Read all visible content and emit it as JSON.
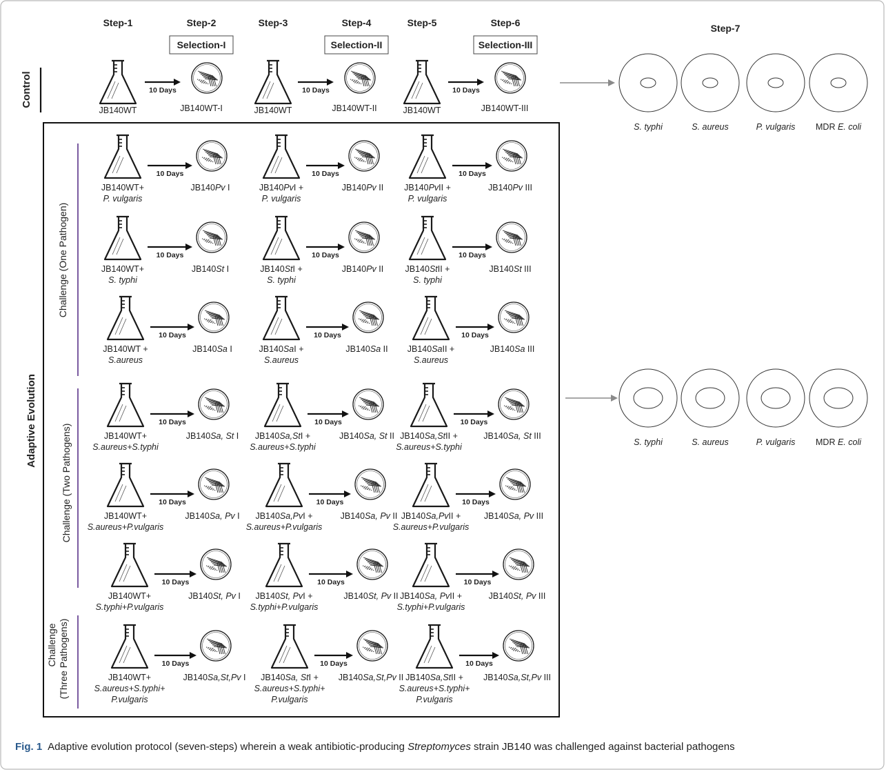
{
  "steps": [
    "Step-1",
    "Step-2",
    "Step-3",
    "Step-4",
    "Step-5",
    "Step-6",
    "Step-7"
  ],
  "selections": [
    "Selection-I",
    "Selection-II",
    "Selection-III"
  ],
  "arrow_label": "10 Days",
  "group_labels": {
    "control": "Control",
    "adaptive": "Adaptive Evolution",
    "one": "Challenge (One Pathogen)",
    "two": "Challenge (Two Pathogens)",
    "three_line1": "Challenge",
    "three_line2": "(Three Pathogens)"
  },
  "control_row": {
    "flasks": [
      "JB140WT",
      "JB140WT",
      "JB140WT"
    ],
    "plates": [
      "JB140WT-I",
      "JB140WT-II",
      "JB140WT-III"
    ]
  },
  "rows": [
    {
      "flasks": [
        [
          [
            {
              "t": "JB140WT+",
              "i": false
            }
          ],
          [
            {
              "t": "P. vulgaris",
              "i": true
            }
          ]
        ],
        [
          [
            {
              "t": "JB140",
              "i": false
            },
            {
              "t": "Pv",
              "i": true
            },
            {
              "t": "I +",
              "i": false
            }
          ],
          [
            {
              "t": "P. vulgaris",
              "i": true
            }
          ]
        ],
        [
          [
            {
              "t": "JB140",
              "i": false
            },
            {
              "t": "Pv",
              "i": true
            },
            {
              "t": "II +",
              "i": false
            }
          ],
          [
            {
              "t": "P. vulgaris",
              "i": true
            }
          ]
        ]
      ],
      "plates": [
        [
          {
            "t": "JB140",
            "i": false
          },
          {
            "t": "Pv",
            "i": true
          },
          {
            "t": " I",
            "i": false
          }
        ],
        [
          {
            "t": "JB140",
            "i": false
          },
          {
            "t": "Pv",
            "i": true
          },
          {
            "t": " II",
            "i": false
          }
        ],
        [
          {
            "t": "JB140",
            "i": false
          },
          {
            "t": "Pv",
            "i": true
          },
          {
            "t": " III",
            "i": false
          }
        ]
      ]
    },
    {
      "flasks": [
        [
          [
            {
              "t": "JB140WT+",
              "i": false
            }
          ],
          [
            {
              "t": "S. typhi",
              "i": true
            }
          ]
        ],
        [
          [
            {
              "t": "JB140",
              "i": false
            },
            {
              "t": "St",
              "i": true
            },
            {
              "t": "I +",
              "i": false
            }
          ],
          [
            {
              "t": "S. typhi",
              "i": true
            }
          ]
        ],
        [
          [
            {
              "t": "JB140",
              "i": false
            },
            {
              "t": "St",
              "i": true
            },
            {
              "t": "II +",
              "i": false
            }
          ],
          [
            {
              "t": "S. typhi",
              "i": true
            }
          ]
        ]
      ],
      "plates": [
        [
          {
            "t": "JB140",
            "i": false
          },
          {
            "t": "St",
            "i": true
          },
          {
            "t": " I",
            "i": false
          }
        ],
        [
          {
            "t": "JB140",
            "i": false
          },
          {
            "t": "Pv",
            "i": true
          },
          {
            "t": " II",
            "i": false
          }
        ],
        [
          {
            "t": "JB140",
            "i": false
          },
          {
            "t": "St",
            "i": true
          },
          {
            "t": " III",
            "i": false
          }
        ]
      ]
    },
    {
      "flasks": [
        [
          [
            {
              "t": "JB140WT +",
              "i": false
            }
          ],
          [
            {
              "t": "S.aureus",
              "i": true
            }
          ]
        ],
        [
          [
            {
              "t": "JB140",
              "i": false
            },
            {
              "t": "Sa",
              "i": true
            },
            {
              "t": "I +",
              "i": false
            }
          ],
          [
            {
              "t": "S.aureus",
              "i": true
            }
          ]
        ],
        [
          [
            {
              "t": "JB140",
              "i": false
            },
            {
              "t": "Sa",
              "i": true
            },
            {
              "t": "II +",
              "i": false
            }
          ],
          [
            {
              "t": "S.aureus",
              "i": true
            }
          ]
        ]
      ],
      "plates": [
        [
          {
            "t": "JB140",
            "i": false
          },
          {
            "t": "Sa",
            "i": true
          },
          {
            "t": " I",
            "i": false
          }
        ],
        [
          {
            "t": "JB140",
            "i": false
          },
          {
            "t": "Sa",
            "i": true
          },
          {
            "t": " II",
            "i": false
          }
        ],
        [
          {
            "t": "JB140",
            "i": false
          },
          {
            "t": "Sa",
            "i": true
          },
          {
            "t": " III",
            "i": false
          }
        ]
      ]
    },
    {
      "flasks": [
        [
          [
            {
              "t": "JB140WT+",
              "i": false
            }
          ],
          [
            {
              "t": "S.aureus+S.typhi",
              "i": true
            }
          ]
        ],
        [
          [
            {
              "t": "JB140",
              "i": false
            },
            {
              "t": "Sa,St",
              "i": true
            },
            {
              "t": "I +",
              "i": false
            }
          ],
          [
            {
              "t": "S.aureus+S.typhi",
              "i": true
            }
          ]
        ],
        [
          [
            {
              "t": "JB140",
              "i": false
            },
            {
              "t": "Sa,St",
              "i": true
            },
            {
              "t": "II +",
              "i": false
            }
          ],
          [
            {
              "t": "S.aureus+S.typhi",
              "i": true
            }
          ]
        ]
      ],
      "plates": [
        [
          {
            "t": "JB140",
            "i": false
          },
          {
            "t": "Sa, St",
            "i": true
          },
          {
            "t": " I",
            "i": false
          }
        ],
        [
          {
            "t": "JB140",
            "i": false
          },
          {
            "t": "Sa, St",
            "i": true
          },
          {
            "t": " II",
            "i": false
          }
        ],
        [
          {
            "t": "JB140",
            "i": false
          },
          {
            "t": "Sa, St",
            "i": true
          },
          {
            "t": " III",
            "i": false
          }
        ]
      ]
    },
    {
      "flasks": [
        [
          [
            {
              "t": "JB140WT+",
              "i": false
            }
          ],
          [
            {
              "t": "S.aureus+P.vulgaris",
              "i": true
            }
          ]
        ],
        [
          [
            {
              "t": "JB140",
              "i": false
            },
            {
              "t": "Sa,Pv",
              "i": true
            },
            {
              "t": "I +",
              "i": false
            }
          ],
          [
            {
              "t": "S.aureus+P.vulgaris",
              "i": true
            }
          ]
        ],
        [
          [
            {
              "t": "JB140",
              "i": false
            },
            {
              "t": "Sa,Pv",
              "i": true
            },
            {
              "t": "II +",
              "i": false
            }
          ],
          [
            {
              "t": "S.aureus+P.vulgaris",
              "i": true
            }
          ]
        ]
      ],
      "plates": [
        [
          {
            "t": "JB140",
            "i": false
          },
          {
            "t": "Sa, Pv",
            "i": true
          },
          {
            "t": " I",
            "i": false
          }
        ],
        [
          {
            "t": "JB140",
            "i": false
          },
          {
            "t": "Sa, Pv",
            "i": true
          },
          {
            "t": " II",
            "i": false
          }
        ],
        [
          {
            "t": "JB140",
            "i": false
          },
          {
            "t": "Sa, Pv",
            "i": true
          },
          {
            "t": " III",
            "i": false
          }
        ]
      ]
    },
    {
      "flasks": [
        [
          [
            {
              "t": "JB140WT+",
              "i": false
            }
          ],
          [
            {
              "t": "S.typhi+P.vulgaris",
              "i": true
            }
          ]
        ],
        [
          [
            {
              "t": "JB140",
              "i": false
            },
            {
              "t": "St, Pv",
              "i": true
            },
            {
              "t": "I +",
              "i": false
            }
          ],
          [
            {
              "t": "S.typhi+P.vulgaris",
              "i": true
            }
          ]
        ],
        [
          [
            {
              "t": "JB140",
              "i": false
            },
            {
              "t": "Sa, Pv",
              "i": true
            },
            {
              "t": "II +",
              "i": false
            }
          ],
          [
            {
              "t": "S.typhi+P.vulgaris",
              "i": true
            }
          ]
        ]
      ],
      "plates": [
        [
          {
            "t": "JB140",
            "i": false
          },
          {
            "t": "St, Pv",
            "i": true
          },
          {
            "t": " I",
            "i": false
          }
        ],
        [
          {
            "t": "JB140",
            "i": false
          },
          {
            "t": "St, Pv",
            "i": true
          },
          {
            "t": " II",
            "i": false
          }
        ],
        [
          {
            "t": "JB140",
            "i": false
          },
          {
            "t": "St, Pv",
            "i": true
          },
          {
            "t": " III",
            "i": false
          }
        ]
      ]
    },
    {
      "flasks": [
        [
          [
            {
              "t": "JB140WT+",
              "i": false
            }
          ],
          [
            {
              "t": "S.aureus+S.typhi+",
              "i": true
            }
          ],
          [
            {
              "t": "P.vulgaris",
              "i": true
            }
          ]
        ],
        [
          [
            {
              "t": "JB140",
              "i": false
            },
            {
              "t": "Sa, St",
              "i": true
            },
            {
              "t": "I +",
              "i": false
            }
          ],
          [
            {
              "t": "S.aureus+S.typhi+",
              "i": true
            }
          ],
          [
            {
              "t": "P.vulgaris",
              "i": true
            }
          ]
        ],
        [
          [
            {
              "t": "JB140",
              "i": false
            },
            {
              "t": "Sa,St",
              "i": true
            },
            {
              "t": "II +",
              "i": false
            }
          ],
          [
            {
              "t": "S.aureus+S.typhi+",
              "i": true
            }
          ],
          [
            {
              "t": "P.vulgaris",
              "i": true
            }
          ]
        ]
      ],
      "plates": [
        [
          {
            "t": "JB140",
            "i": false
          },
          {
            "t": "Sa,St,Pv",
            "i": true
          },
          {
            "t": " I",
            "i": false
          }
        ],
        [
          {
            "t": "JB140",
            "i": false
          },
          {
            "t": "Sa,St,Pv",
            "i": true
          },
          {
            "t": " II",
            "i": false
          }
        ],
        [
          {
            "t": "JB140",
            "i": false
          },
          {
            "t": "Sa,St,Pv",
            "i": true
          },
          {
            "t": " III",
            "i": false
          }
        ]
      ]
    }
  ],
  "pathogen_labels": [
    [
      {
        "t": "S. typhi",
        "i": true
      }
    ],
    [
      {
        "t": "S. aureus",
        "i": true
      }
    ],
    [
      {
        "t": "P. vulgaris",
        "i": true
      }
    ],
    [
      {
        "t": "MDR ",
        "i": false
      },
      {
        "t": "E. coli",
        "i": true
      }
    ]
  ],
  "caption": {
    "label": "Fig. 1",
    "text_before": "Adaptive evolution protocol (seven-steps) wherein a weak antibiotic-producing ",
    "italic": "Streptomyces",
    "text_after": " strain JB140 was challenged against bacterial pathogens"
  },
  "colors": {
    "text": "#222222",
    "accent_bar": "#7a5aa0",
    "grey_arrow": "#8a8a8a",
    "frame_border": "#b8b8b8",
    "caption_label": "#2a5a8c"
  }
}
